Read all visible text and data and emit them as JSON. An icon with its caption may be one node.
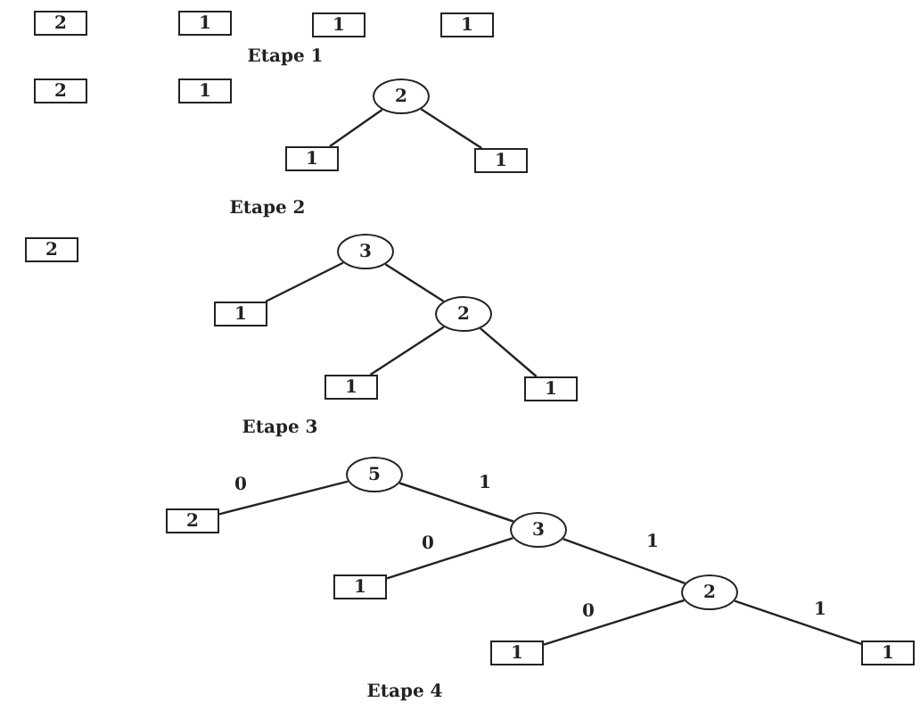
{
  "diagram": {
    "nodes": [
      {
        "text": [
          "2"
        ]
      },
      {
        "text": [
          "1"
        ]
      },
      {
        "text": [
          "1"
        ]
      },
      {
        "text": [
          "1"
        ]
      },
      {
        "text": [
          "2"
        ]
      },
      {
        "text": [
          "1"
        ]
      },
      {
        "text": [
          "2"
        ]
      },
      {
        "text": [
          "1"
        ]
      },
      {
        "text": [
          "1"
        ]
      },
      {
        "text": [
          "2"
        ]
      },
      {
        "text": [
          "3"
        ]
      },
      {
        "text": [
          "1"
        ]
      },
      {
        "text": [
          "2"
        ]
      },
      {
        "text": [
          "1"
        ]
      },
      {
        "text": [
          "1"
        ]
      },
      {
        "text": [
          "5"
        ]
      },
      {
        "text": [
          "2"
        ]
      },
      {
        "text": [
          "3"
        ]
      },
      {
        "text": [
          "1"
        ]
      },
      {
        "text": [
          "2"
        ]
      },
      {
        "text": [
          "1"
        ]
      },
      {
        "text": [
          "1"
        ]
      }
    ],
    "edges": [
      {
        "from": 6,
        "to": 7,
        "arrow": "none"
      },
      {
        "from": 6,
        "to": 8,
        "arrow": "none"
      },
      {
        "from": 10,
        "to": 11,
        "arrow": "none"
      },
      {
        "from": 10,
        "to": 12,
        "arrow": "none"
      },
      {
        "from": 12,
        "to": 13,
        "arrow": "none"
      },
      {
        "from": 12,
        "to": 14,
        "arrow": "none"
      },
      {
        "from": 15,
        "to": 16,
        "label": "0",
        "arrow": "none"
      },
      {
        "from": 15,
        "to": 17,
        "label": "1",
        "arrow": "none"
      },
      {
        "from": 17,
        "to": 18,
        "label": "0",
        "arrow": "none"
      },
      {
        "from": 17,
        "to": 19,
        "label": "1",
        "arrow": "none"
      },
      {
        "from": 19,
        "to": 20,
        "label": "0",
        "arrow": "none"
      },
      {
        "from": 19,
        "to": 21,
        "label": "1",
        "arrow": "none"
      }
    ],
    "labels": [
      "Etape 1",
      "Etape 2",
      "Etape 3",
      "Etape 4"
    ]
  }
}
